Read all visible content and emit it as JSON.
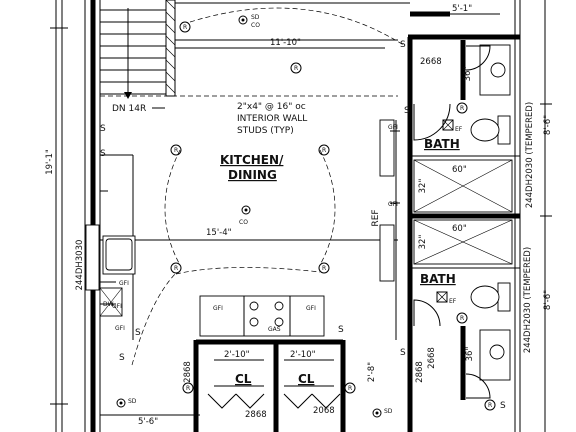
{
  "rooms": {
    "kitchen_line1": "KITCHEN/",
    "kitchen_line2": "DINING",
    "bath_upper": "BATH",
    "bath_lower": "BATH",
    "closet_left": "CL",
    "closet_right": "CL"
  },
  "notes": {
    "stair_note": "DN 14R",
    "wall_note_1": "2\"x4\" @ 16\" oc",
    "wall_note_2": "INTERIOR WALL",
    "wall_note_3": "STUDS (TYP)",
    "ref": "REF",
    "dw": "DW",
    "gas": "GAS"
  },
  "dimensions": {
    "top_width": "5'-1\"",
    "kitchen_width": "11'-10\"",
    "dining_width": "15'-4\"",
    "left_height": "19'-1\"",
    "right_upper": "8'-6\"",
    "right_lower": "8'-6\"",
    "bottom_left": "5'-6\"",
    "closet_left_width": "2'-10\"",
    "closet_right_width": "2'-10\"",
    "closet_depth": "2'-8\"",
    "shower_upper": "60\"",
    "shower_lower": "60\"",
    "shower_depth_upper": "32\"",
    "shower_depth_lower": "32\"",
    "toilet_clear_upper": "36\"",
    "toilet_clear_lower": "36\""
  },
  "doors": {
    "d_2668_upper": "2668",
    "d_2668_lower": "2668",
    "d_2868_left": "2868",
    "d_2868_right": "2868",
    "d_2868_bottom": "2868",
    "d_2068": "2068"
  },
  "windows": {
    "w_upper": "244DH2030 (TEMPERED)",
    "w_lower": "244DH2030 (TEMPERED)",
    "w_left": "244DH3030"
  },
  "symbols": {
    "smoke": "SD",
    "co": "CO",
    "recessed": "R",
    "gfi": "GFI",
    "exhaust": "EF",
    "switch": "S"
  }
}
